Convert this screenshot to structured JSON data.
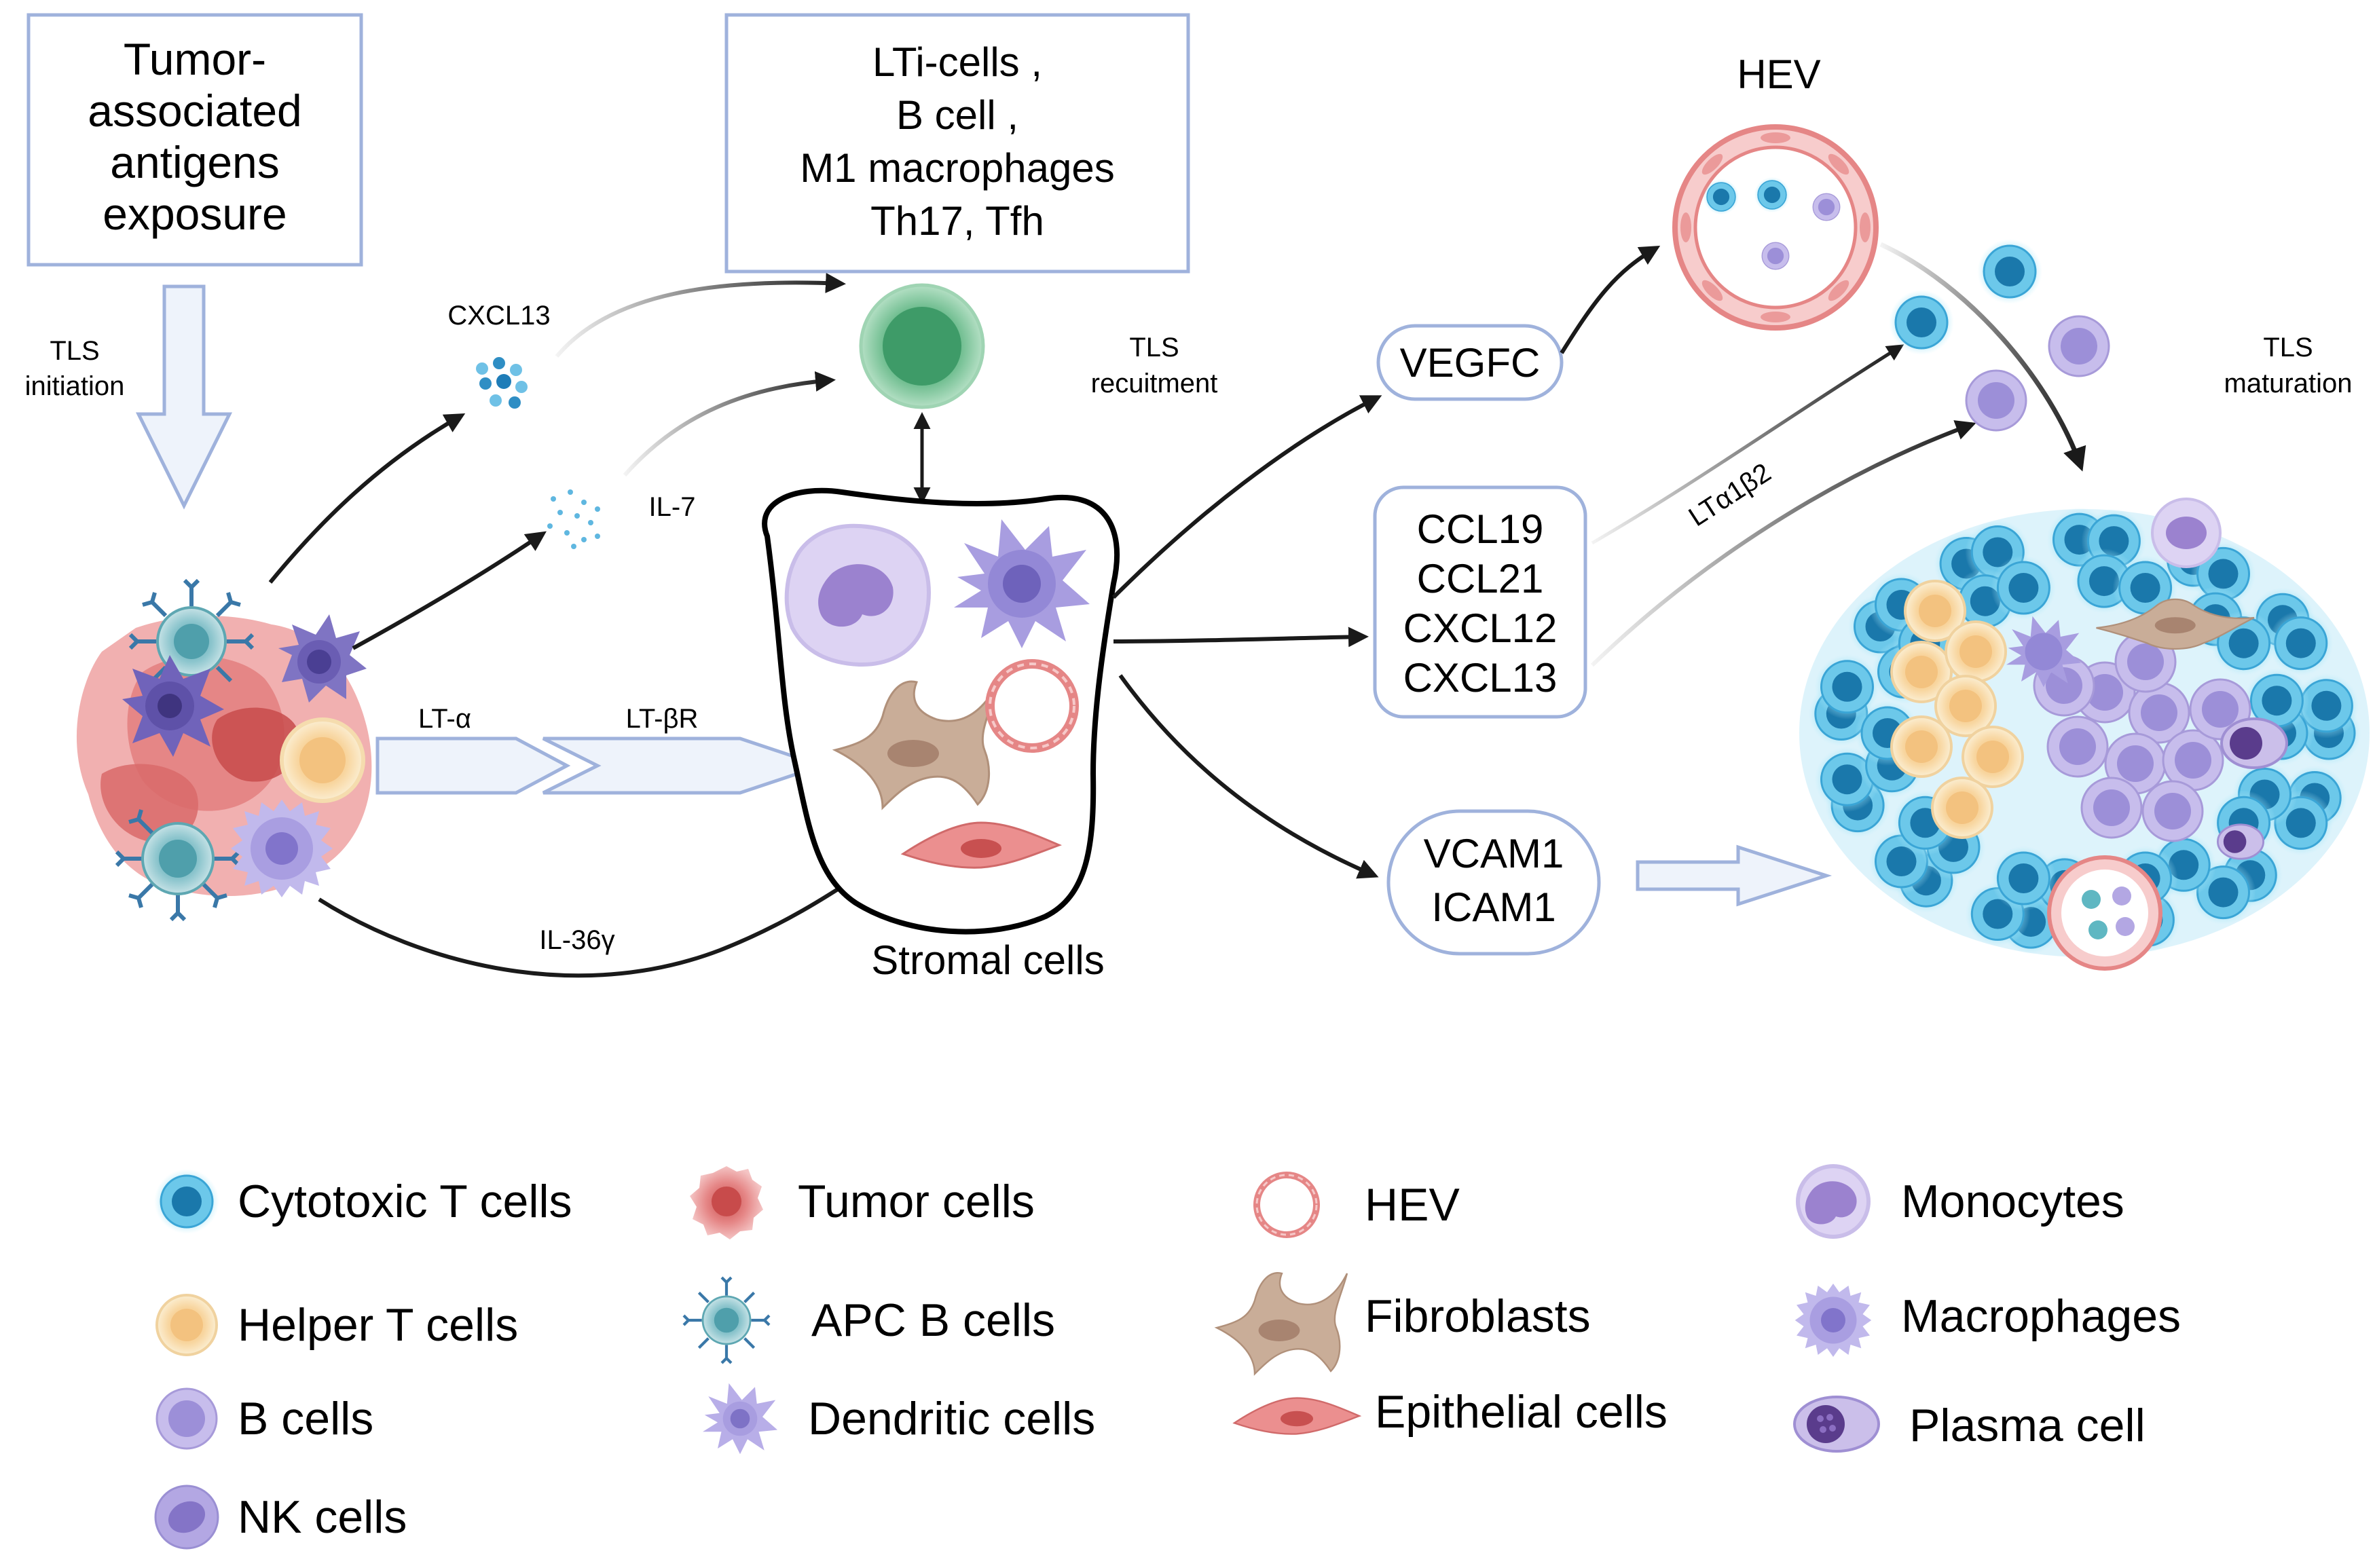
{
  "boxes": {
    "antigens": [
      "Tumor-",
      "associated",
      "antigens",
      "exposure"
    ],
    "recruited_cells": [
      "LTi-cells ,",
      "B cell ,",
      "M1 macrophages",
      "Th17, Tfh"
    ]
  },
  "stage_labels": {
    "initiation": [
      "TLS",
      "initiation"
    ],
    "recruitment": [
      "TLS",
      "recuitment"
    ],
    "maturation": [
      "TLS",
      "maturation"
    ]
  },
  "signals": {
    "cxcl13": "CXCL13",
    "il7": "IL-7",
    "lt_alpha": "LT-α",
    "lt_beta_r": "LT-βR",
    "il36": "IL-36γ",
    "lta1b2": "LTα1β2"
  },
  "stromal_label": "Stromal cells",
  "hev_label": "HEV",
  "factors": {
    "vegfc": [
      "VEGFC"
    ],
    "chemokines": [
      "CCL19",
      "CCL21",
      "CXCL12",
      "CXCL13"
    ],
    "adhesion": [
      "VCAM1",
      "ICAM1"
    ]
  },
  "legend": [
    {
      "icon": "cytotoxic-t-cell",
      "label": "Cytotoxic T cells"
    },
    {
      "icon": "helper-t-cell",
      "label": "Helper T cells"
    },
    {
      "icon": "b-cell",
      "label": "B cells"
    },
    {
      "icon": "nk-cell",
      "label": "NK cells"
    },
    {
      "icon": "tumor-cell",
      "label": "Tumor cells"
    },
    {
      "icon": "apc-b-cell",
      "label": "APC B cells"
    },
    {
      "icon": "dendritic-cell",
      "label": "Dendritic cells"
    },
    {
      "icon": "hev",
      "label": "HEV"
    },
    {
      "icon": "fibroblast",
      "label": "Fibroblasts"
    },
    {
      "icon": "epithelial-cell",
      "label": "Epithelial cells"
    },
    {
      "icon": "monocyte",
      "label": "Monocytes"
    },
    {
      "icon": "macrophage",
      "label": "Macrophages"
    },
    {
      "icon": "plasma-cell",
      "label": "Plasma cell"
    }
  ],
  "colors": {
    "box_border": "#9fb2dc",
    "arrow": "#1a1a1a",
    "block_arrow_fill": "#eef3fb",
    "cytotoxic": "#1f8fc4",
    "helper": "#f7cf8f",
    "bcell": "#b3a7e3",
    "tumor": "#e58686",
    "hev": "#e57d7d",
    "fibroblast": "#c9ad98",
    "lti": "#5fb583"
  }
}
